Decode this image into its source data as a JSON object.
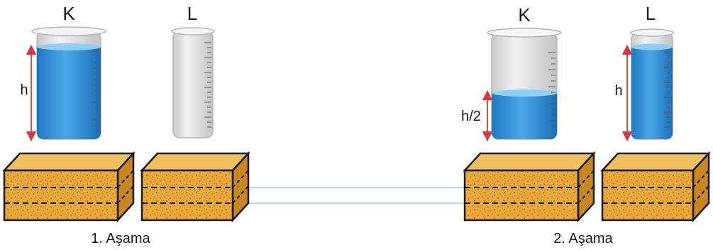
{
  "stage1": {
    "caption": "1. Aşama",
    "container_k": {
      "label": "K",
      "height_label": "h",
      "fill_level": 0.92
    },
    "container_l": {
      "label": "L",
      "fill_level": 0
    }
  },
  "stage2": {
    "caption": "2. Aşama",
    "container_k": {
      "label": "K",
      "height_label": "h/2",
      "fill_level": 0.46
    },
    "container_l": {
      "label": "L",
      "height_label": "h",
      "fill_level": 0.92
    }
  },
  "colors": {
    "water": "#3d9ad8",
    "water_light": "#8fd0f2",
    "glass": "#e2e2e2",
    "sponge": "#e9a83a",
    "sponge_dots": "#b06d12",
    "sponge_edge": "#1a1a1a",
    "arrow": "#d9373a",
    "level_line": "#7ec8ea"
  }
}
